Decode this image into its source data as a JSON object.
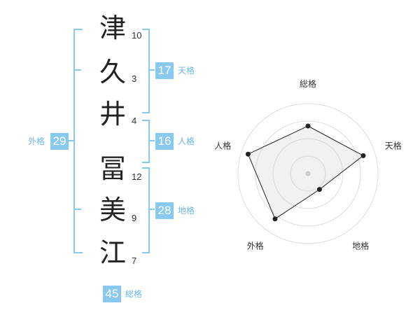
{
  "name": {
    "chars": [
      {
        "char": "津",
        "strokes": "10"
      },
      {
        "char": "久",
        "strokes": "3"
      },
      {
        "char": "井",
        "strokes": "4"
      },
      {
        "char": "冨",
        "strokes": "12"
      },
      {
        "char": "美",
        "strokes": "9"
      },
      {
        "char": "江",
        "strokes": "7"
      }
    ]
  },
  "kaku": {
    "tenkaku": {
      "value": "17",
      "label": "天格"
    },
    "jinkaku": {
      "value": "16",
      "label": "人格"
    },
    "chikaku": {
      "value": "28",
      "label": "地格"
    },
    "gaikaku": {
      "value": "29",
      "label": "外格"
    },
    "soukaku": {
      "value": "45",
      "label": "総格"
    }
  },
  "colors": {
    "accent": "#89c9f0",
    "label": "#6cb7e6",
    "radar_fill": "#eeeeee"
  },
  "chart_data": {
    "type": "radar",
    "axes": [
      "総格",
      "天格",
      "地格",
      "外格",
      "人格"
    ],
    "values": [
      0.68,
      0.83,
      0.28,
      0.8,
      0.9
    ],
    "rings": 4,
    "max": 1
  }
}
